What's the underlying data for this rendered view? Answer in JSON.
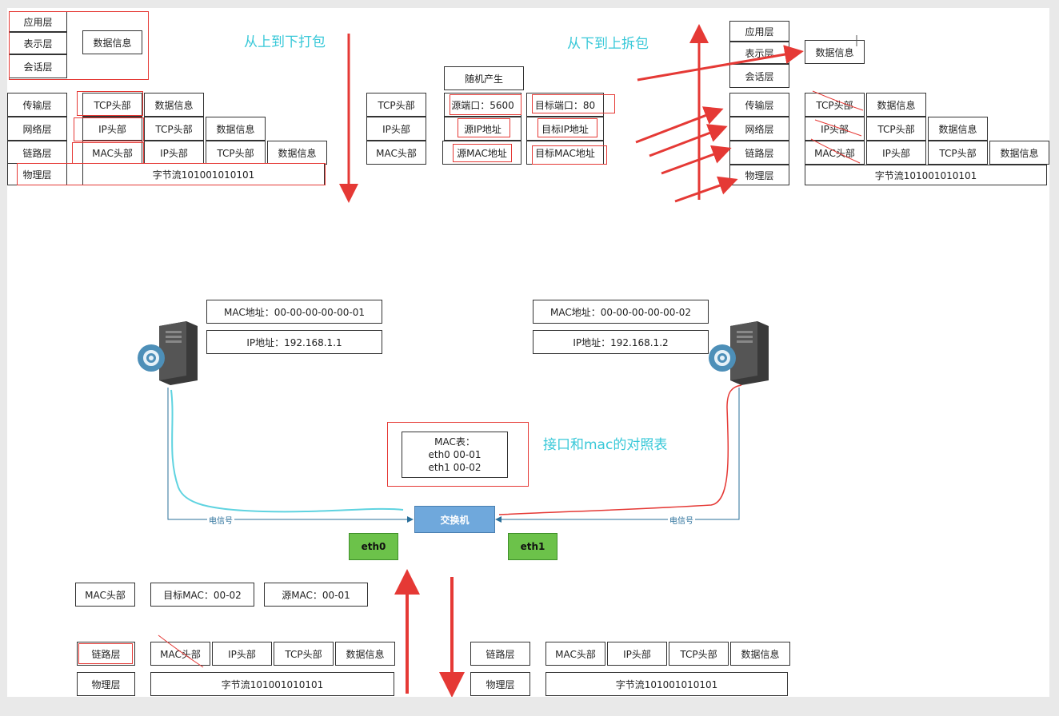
{
  "titles": {
    "pack": "从上到下打包",
    "unpack": "从下到上拆包",
    "mac_note": "接口和mac的对照表"
  },
  "layers": {
    "app": "应用层",
    "presentation": "表示层",
    "session": "会话层",
    "transport": "传输层",
    "network": "网络层",
    "link": "链路层",
    "physical": "物理层"
  },
  "parts": {
    "data": "数据信息",
    "tcp": "TCP头部",
    "ip": "IP头部",
    "mac": "MAC头部",
    "bytes": "字节流101001010101"
  },
  "header_detail": {
    "random": "随机产生",
    "tcp": "TCP头部",
    "ip": "IP头部",
    "mac": "MAC头部",
    "src_port": "源端口：5600",
    "dst_port": "目标端口：80",
    "src_ip": "源IP地址",
    "dst_ip": "目标IP地址",
    "src_mac": "源MAC地址",
    "dst_mac": "目标MAC地址"
  },
  "host_left": {
    "mac": "MAC地址：00-00-00-00-00-01",
    "ip": "IP地址：192.168.1.1"
  },
  "host_right": {
    "mac": "MAC地址：00-00-00-00-00-02",
    "ip": "IP地址：192.168.1.2"
  },
  "mac_table": {
    "title": "MAC表：",
    "row1": "eth0   00-01",
    "row2": "eth1   00-02"
  },
  "switch": {
    "label": "交换机",
    "eth0": "eth0",
    "eth1": "eth1",
    "signal": "电信号"
  },
  "frame": {
    "mac": "MAC头部",
    "dst_mac": "目标MAC：00-02",
    "src_mac": "源MAC：00-01"
  }
}
